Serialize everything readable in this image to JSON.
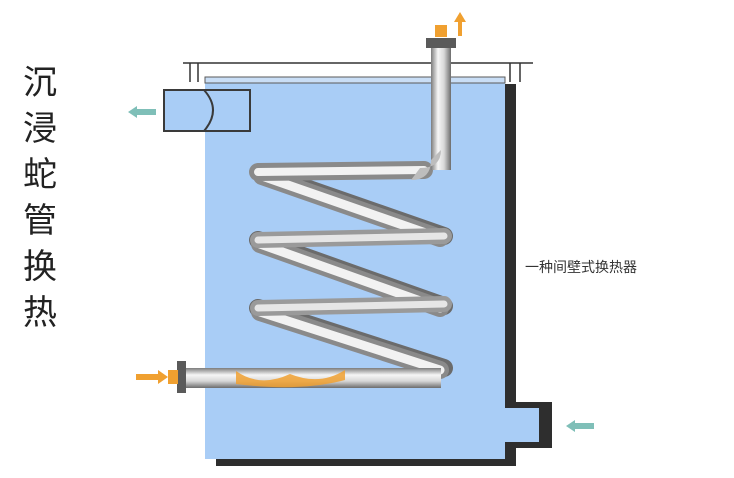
{
  "title_chars": [
    "沉",
    "浸",
    "蛇",
    "管",
    "换",
    "热"
  ],
  "caption": "一种间壁式换热器",
  "colors": {
    "water": "#a9cdf6",
    "tank_shadow": "#3a3a3a",
    "pipe_light": "#f4f4f4",
    "pipe_dark": "#8c8c8c",
    "flow_out": "#f0a030",
    "flow_in": "#f0a030",
    "cooling_arrow": "#7fbfb8"
  }
}
